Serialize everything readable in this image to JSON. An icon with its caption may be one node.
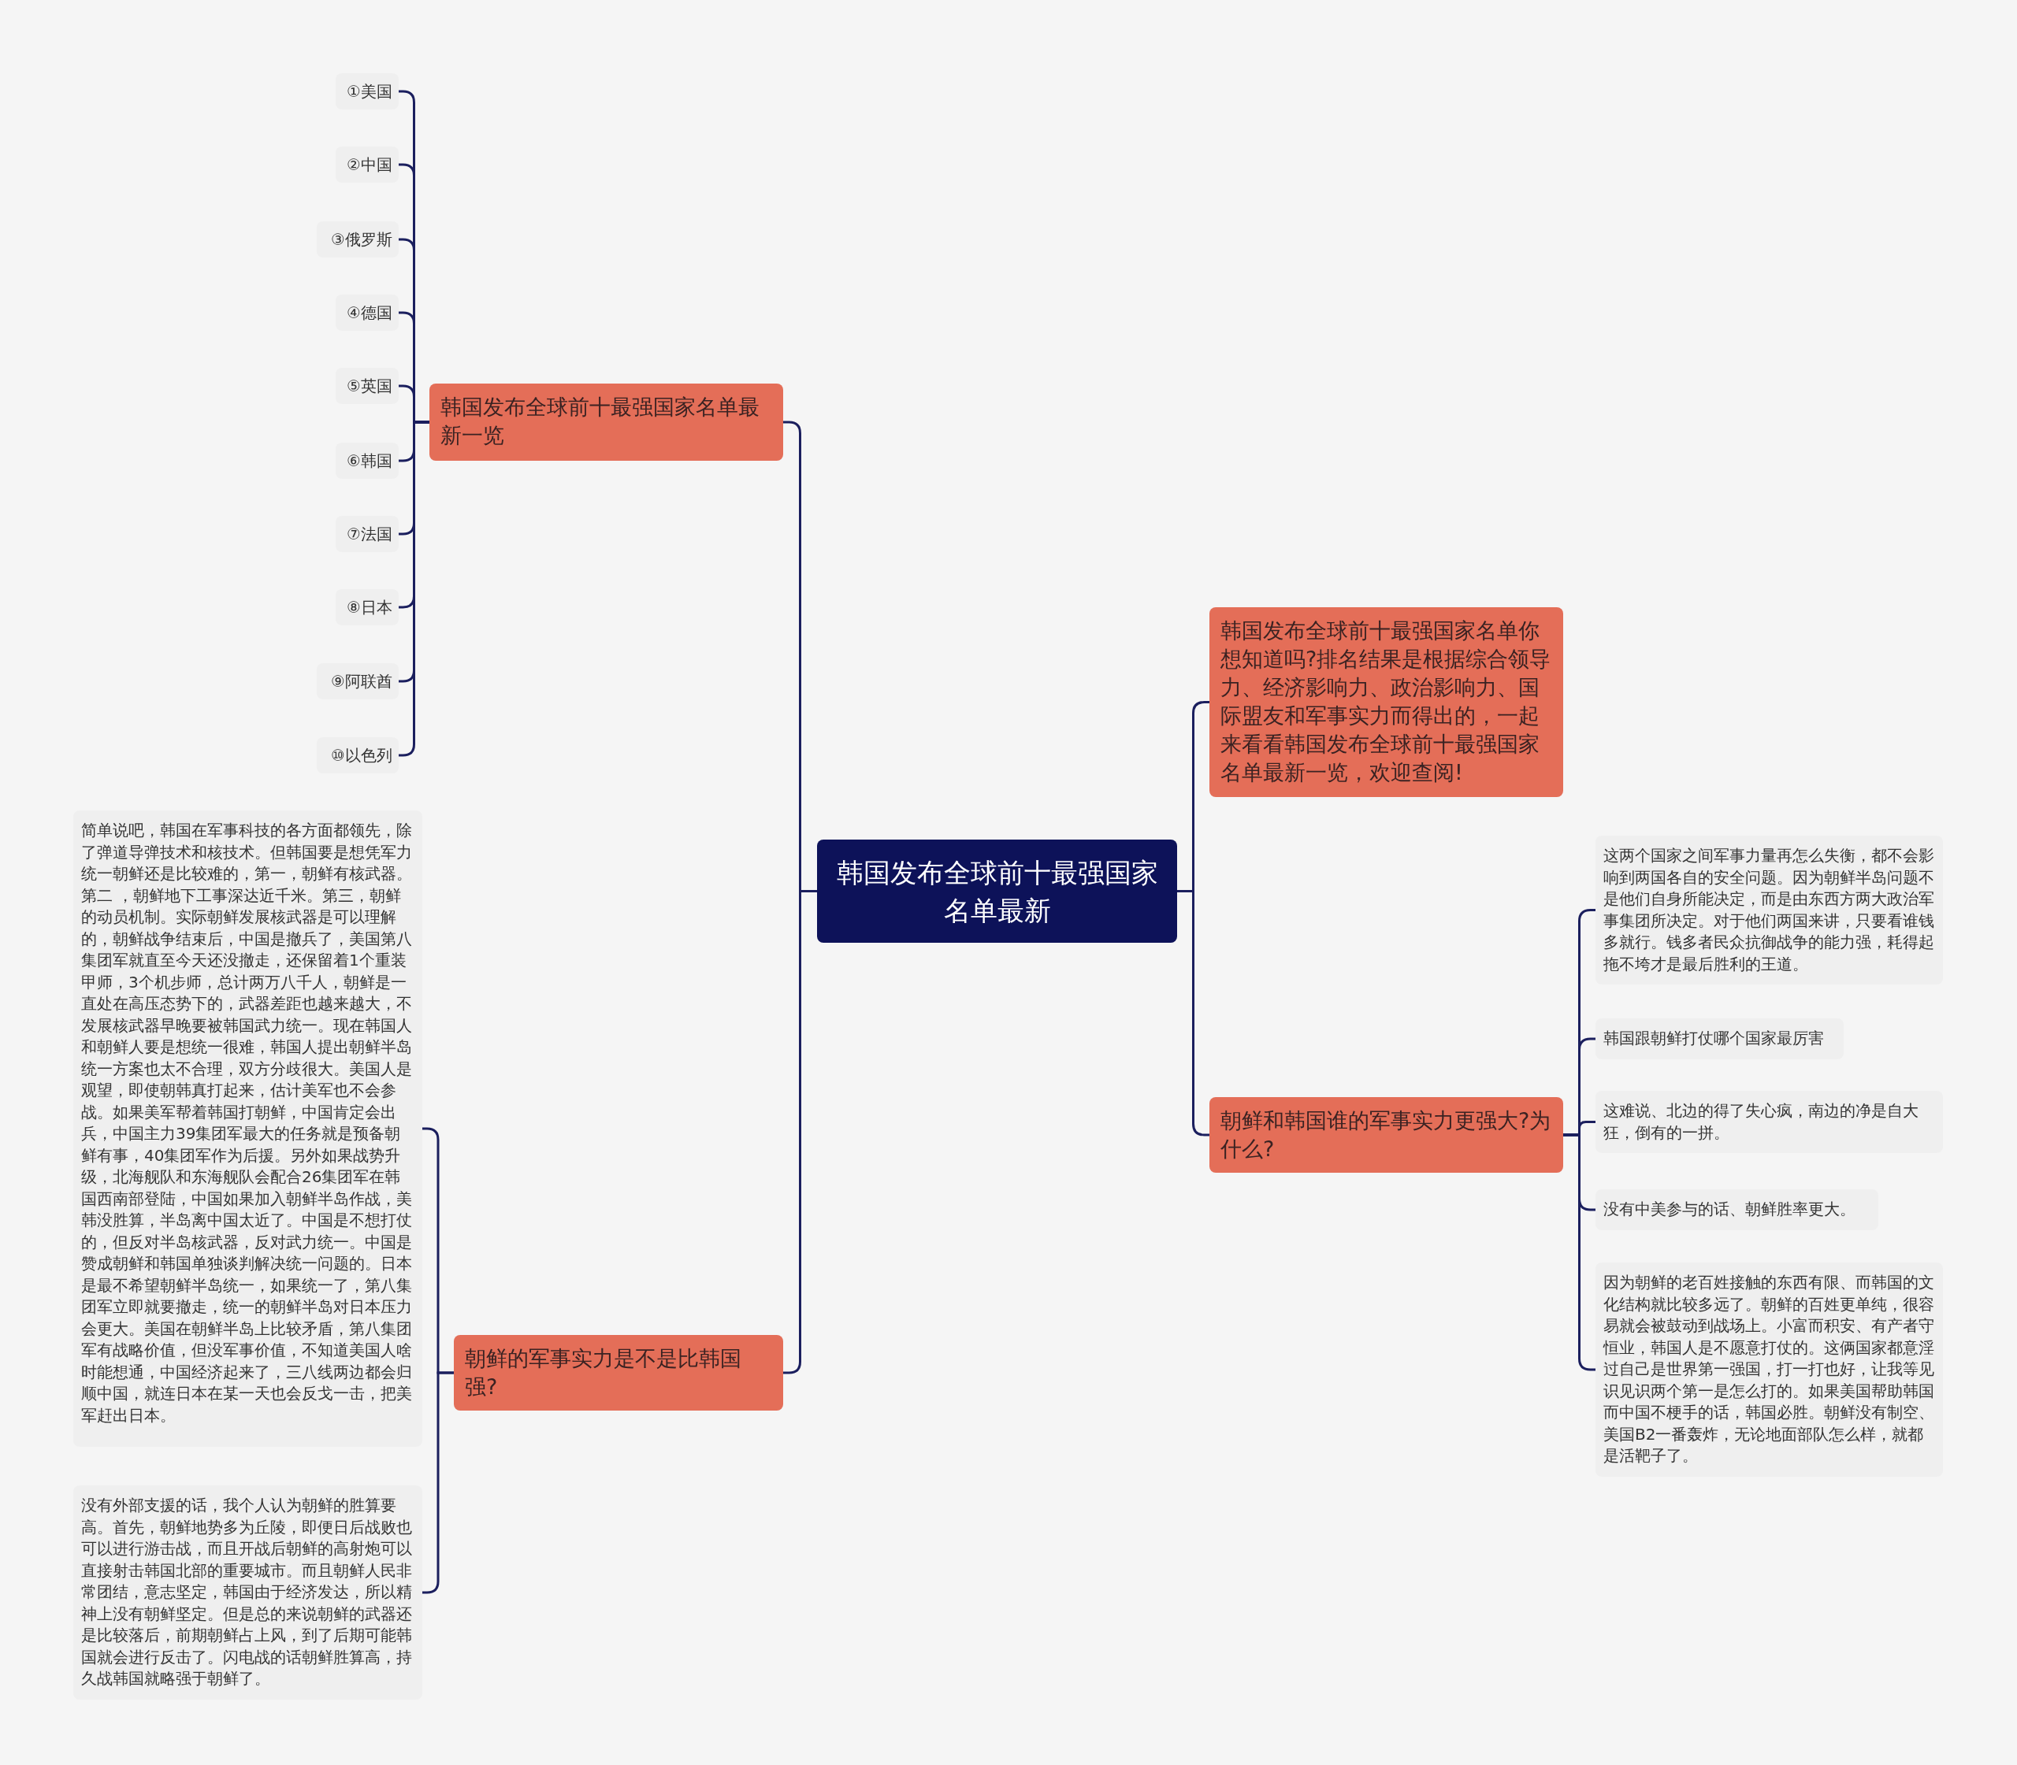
{
  "diagram": {
    "nodes": [
      {
        "text": [
          "韩国发布全球前十最强国家名单最新"
        ]
      },
      {
        "text": [
          "韩国发布全球前十最强国家名单最新一览"
        ]
      },
      {
        "text": [
          "①美国"
        ]
      },
      {
        "text": [
          "②中国"
        ]
      },
      {
        "text": [
          "③俄罗斯"
        ]
      },
      {
        "text": [
          "④德国"
        ]
      },
      {
        "text": [
          "⑤英国"
        ]
      },
      {
        "text": [
          "⑥韩国"
        ]
      },
      {
        "text": [
          "⑦法国"
        ]
      },
      {
        "text": [
          "⑧日本"
        ]
      },
      {
        "text": [
          "⑨阿联酋"
        ]
      },
      {
        "text": [
          "⑩以色列"
        ]
      },
      {
        "text": [
          "韩国发布全球前十最强国家名单你想知道吗?排名结果是根据综合领导力、经济影响力、政治影响力、国际盟友和军事实力而得出的，一起来看看韩国发布全球前十最强国家名单最新一览，欢迎查阅!"
        ]
      },
      {
        "text": [
          "朝鲜和韩国谁的军事实力更强大?为什么?"
        ]
      },
      {
        "text": [
          "这两个国家之间军事力量再怎么失衡，都不会影响到两国各自的安全问题。因为朝鲜半岛问题不是他们自身所能决定，而是由东西方两大政治军事集团所决定。对于他们两国来讲，只要看谁钱多就行。钱多者民众抗御战争的能力强，耗得起拖不垮才是最后胜利的王道。"
        ]
      },
      {
        "text": [
          "韩国跟朝鲜打仗哪个国家最厉害"
        ]
      },
      {
        "text": [
          "这难说、北边的得了失心疯，南边的净是自大狂，倒有的一拼。"
        ]
      },
      {
        "text": [
          "没有中美参与的话、朝鲜胜率更大。"
        ]
      },
      {
        "text": [
          "因为朝鲜的老百姓接触的东西有限、而韩国的文化结构就比较多远了。朝鲜的百姓更单纯，很容易就会被鼓动到战场上。小富而积安、有产者守恒业，韩国人是不愿意打仗的。这俩国家都意淫过自己是世界第一强国，打一打也好，让我等见识见识两个第一是怎么打的。如果美国帮助韩国而中国不梗手的话，韩国必胜。朝鲜没有制空、美国B2一番轰炸，无论地面部队怎么样，就都是活靶子了。"
        ]
      },
      {
        "text": [
          "朝鲜的军事实力是不是比韩国强?"
        ]
      },
      {
        "text": [
          "简单说吧，韩国在军事科技的各方面都领先，除了弹道导弹技术和核技术。但韩国要是想凭军力统一朝鲜还是比较难的，第一，朝鲜有核武器。第二 ，朝鲜地下工事深达近千米。第三，朝鲜的动员机制。实际朝鲜发展核武器是可以理解的，朝鲜战争结束后，中国是撤兵了，美国第八集团军就直至今天还没撤走，还保留着1个重装甲师，3个机步师，总计两万八千人，朝鲜是一直处在高压态势下的，武器差距也越来越大，不发展核武器早晚要被韩国武力统一。现在韩国人和朝鲜人要是想统一很难，韩国人提出朝鲜半岛统一方案也太不合理，双方分歧很大。美国人是观望，即使朝韩真打起来，估计美军也不会参战。如果美军帮着韩国打朝鲜，中国肯定会出兵，中国主力39集团军最大的任务就是预备朝鲜有事，40集团军作为后援。另外如果战势升级，北海舰队和东海舰队会配合26集团军在韩国西南部登陆，中国如果加入朝鲜半岛作战，美韩没胜算，半岛离中国太近了。中国是不想打仗的，但反对半岛核武器，反对武力统一。中国是赞成朝鲜和韩国单独谈判解决统一问题的。日本是最不希望朝鲜半岛统一，如果统一了，第八集团军立即就要撤走，统一的朝鲜半岛对日本压力会更大。美国在朝鲜半岛上比较矛盾，第八集团军有战略价值，但没军事价值，不知道美国人啥时能想通，中国经济起来了，三八线两边都会归顺中国，就连日本在某一天也会反戈一击，把美军赶出日本。"
        ]
      },
      {
        "text": [
          "没有外部支援的话，我个人认为朝鲜的胜算要高。首先，朝鲜地势多为丘陵，即便日后战败也可以进行游击战，而且开战后朝鲜的高射炮可以直接射击韩国北部的重要城市。而且朝鲜人民非常团结，意志坚定，韩国由于经济发达，所以精神上没有朝鲜坚定。但是总的来说朝鲜的武器还是比较落后，前期朝鲜占上风，到了后期可能韩国就会进行反击了。闪电战的话朝鲜胜算高，持久战韩国就略强于朝鲜了。"
        ]
      }
    ],
    "edges": [
      {
        "from": 0,
        "to": 1,
        "arrow": "none"
      },
      {
        "from": 1,
        "to": 2,
        "arrow": "none"
      },
      {
        "from": 1,
        "to": 3,
        "arrow": "none"
      },
      {
        "from": 1,
        "to": 4,
        "arrow": "none"
      },
      {
        "from": 1,
        "to": 5,
        "arrow": "none"
      },
      {
        "from": 1,
        "to": 6,
        "arrow": "none"
      },
      {
        "from": 1,
        "to": 7,
        "arrow": "none"
      },
      {
        "from": 1,
        "to": 8,
        "arrow": "none"
      },
      {
        "from": 1,
        "to": 9,
        "arrow": "none"
      },
      {
        "from": 1,
        "to": 10,
        "arrow": "none"
      },
      {
        "from": 1,
        "to": 11,
        "arrow": "none"
      },
      {
        "from": 0,
        "to": 12,
        "arrow": "none"
      },
      {
        "from": 0,
        "to": 13,
        "arrow": "none"
      },
      {
        "from": 13,
        "to": 14,
        "arrow": "none"
      },
      {
        "from": 13,
        "to": 15,
        "arrow": "none"
      },
      {
        "from": 13,
        "to": 16,
        "arrow": "none"
      },
      {
        "from": 13,
        "to": 17,
        "arrow": "none"
      },
      {
        "from": 13,
        "to": 18,
        "arrow": "none"
      },
      {
        "from": 0,
        "to": 19,
        "arrow": "none"
      },
      {
        "from": 19,
        "to": 20,
        "arrow": "none"
      },
      {
        "from": 19,
        "to": 21,
        "arrow": "none"
      }
    ]
  }
}
